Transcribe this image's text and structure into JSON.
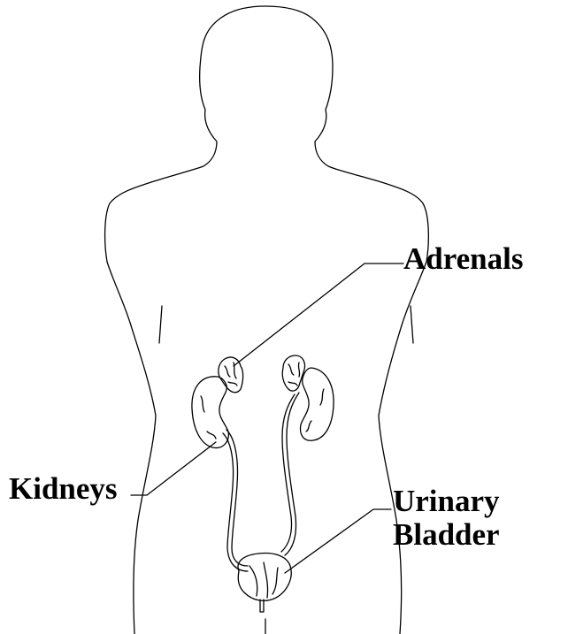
{
  "diagram": {
    "labels": {
      "adrenals": "Adrenals",
      "kidneys": "Kidneys",
      "bladder_line1": "Urinary",
      "bladder_line2": "Bladder"
    },
    "colors": {
      "line": "#000000",
      "background": "#ffffff"
    }
  }
}
